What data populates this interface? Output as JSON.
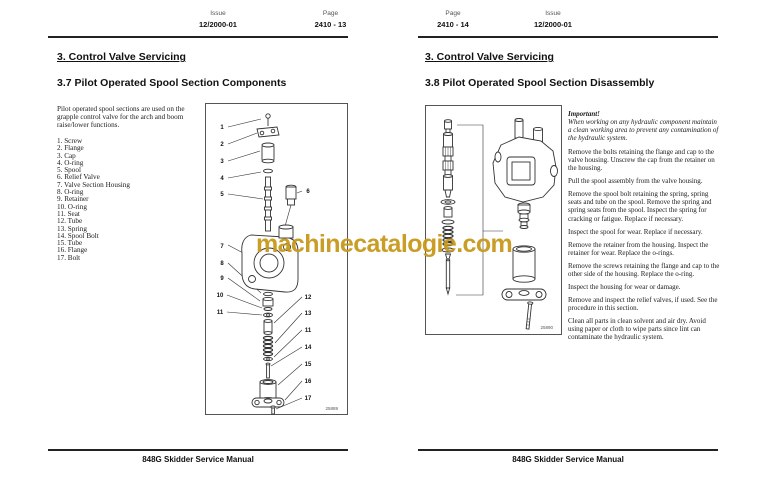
{
  "watermark": {
    "text": "machinecatalogie.com",
    "color": "#C8991B"
  },
  "pages": {
    "left": {
      "header": {
        "issue_label": "Issue",
        "issue_value": "12/2000-01",
        "page_label": "Page",
        "page_value": "2410 - 13"
      },
      "section_title": "3.  Control Valve Servicing",
      "subsection_title": "3.7  Pilot Operated Spool Section Components",
      "intro": "Pilot operated spool sections are used on the grapple control valve for the arch and boom raise/lower functions.",
      "parts_list": [
        "1.  Screw",
        "2.  Flange",
        "3.  Cap",
        "4.  O-ring",
        "5.  Spool",
        "6.  Relief Valve",
        "7.  Valve Section Housing",
        "8.  O-ring",
        "9.  Retainer",
        "10.  O-ring",
        "11.  Seat",
        "12.  Tube",
        "13.  Spring",
        "14.  Spool Bolt",
        "15.  Tube",
        "16.  Flange",
        "17.  Bolt"
      ],
      "figure": {
        "number": "25889",
        "callouts": [
          "1",
          "2",
          "3",
          "4",
          "5",
          "6",
          "7",
          "8",
          "9",
          "10",
          "11",
          "12",
          "13",
          "11",
          "14",
          "15",
          "16",
          "17"
        ]
      },
      "footer": "848G Skidder Service Manual"
    },
    "right": {
      "header": {
        "page_label": "Page",
        "page_value": "2410 - 14",
        "issue_label": "Issue",
        "issue_value": "12/2000-01"
      },
      "section_title": "3.  Control Valve Servicing",
      "subsection_title": "3.8  Pilot Operated Spool Section Disassembly",
      "important_label": "Important!",
      "important_note": "When working on any hydraulic component maintain a clean working area to prevent any contamination of the hydraulic system.",
      "steps": [
        "Remove the bolts retaining the flange and cap to the valve housing.  Unscrew the cap from the retainer on the housing.",
        "Pull the spool assembly from the valve housing.",
        "Remove the spool bolt retaining the spring, spring seats and tube on the spool. Remove the spring and spring seats from the spool. Inspect the spring for cracking or fatigue. Replace if necessary.",
        "Inspect the spool for wear. Replace if necessary.",
        "Remove the retainer from the housing. Inspect the retainer for wear. Replace the o-rings.",
        "Remove the screws retaining the flange and cap to the other side of the housing. Replace the o-ring.",
        "Inspect the housing for wear or damage.",
        "Remove and inspect the relief valves, if used. See the procedure in this section.",
        "Clean all parts in clean solvent and air dry. Avoid using paper or cloth to wipe parts since lint can contaminate the hydraulic system."
      ],
      "figure": {
        "number": "25890"
      },
      "footer": "848G Skidder Service Manual"
    }
  }
}
